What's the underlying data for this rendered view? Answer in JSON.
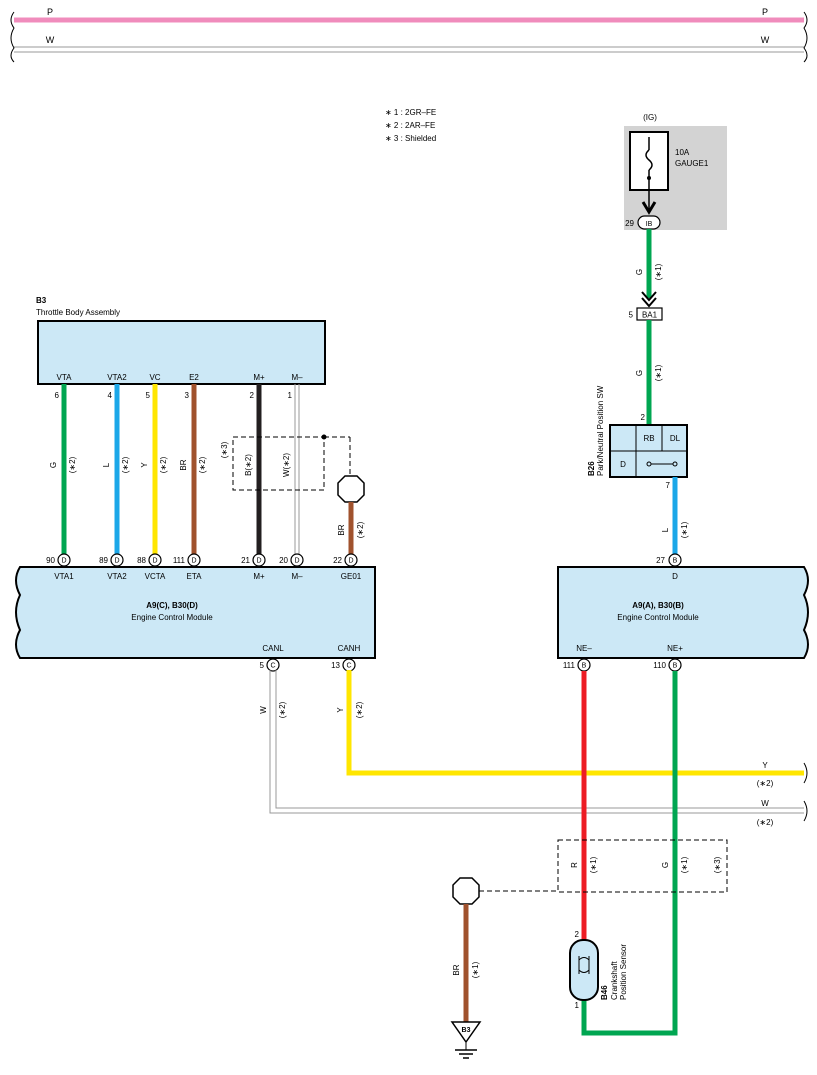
{
  "notes": [
    "∗ 1 : 2GR–FE",
    "∗ 2 : 2AR–FE",
    "∗ 3 : Shielded"
  ],
  "top_wires": {
    "p_label": "P",
    "w_label": "W"
  },
  "fuse": {
    "ig": "(IG)",
    "rating": "10A",
    "name": "GAUGE1",
    "pin": "29",
    "conn": "IB"
  },
  "connector_ba1": {
    "pin": "5",
    "name": "BA1"
  },
  "throttle_body": {
    "code": "B3",
    "name": "Throttle Body Assembly",
    "pins": [
      {
        "name": "VTA",
        "num": "6",
        "color": "G",
        "note": "(∗2)"
      },
      {
        "name": "VTA2",
        "num": "4",
        "color": "L",
        "note": "(∗2)"
      },
      {
        "name": "VC",
        "num": "5",
        "color": "Y",
        "note": "(∗2)"
      },
      {
        "name": "E2",
        "num": "3",
        "color": "BR",
        "note": "(∗2)"
      },
      {
        "name": "M+",
        "num": "2",
        "color": "B(∗2)",
        "note": ""
      },
      {
        "name": "M–",
        "num": "1",
        "color": "W(∗2)",
        "note": ""
      }
    ],
    "shield_note": "(∗3)"
  },
  "ecm_left": {
    "title": "A9(C), B30(D)",
    "name": "Engine Control Module",
    "top_pins": [
      {
        "num": "90",
        "conn": "D",
        "name": "VTA1"
      },
      {
        "num": "89",
        "conn": "D",
        "name": "VTA2"
      },
      {
        "num": "88",
        "conn": "D",
        "name": "VCTA"
      },
      {
        "num": "111",
        "conn": "D",
        "name": "ETA"
      },
      {
        "num": "21",
        "conn": "D",
        "name": "M+"
      },
      {
        "num": "20",
        "conn": "D",
        "name": "M–"
      },
      {
        "num": "22",
        "conn": "D",
        "name": "GE01"
      }
    ],
    "bottom_pins": [
      {
        "num": "5",
        "conn": "C",
        "name": "CANL",
        "color": "W",
        "note": "(∗2)"
      },
      {
        "num": "13",
        "conn": "C",
        "name": "CANH",
        "color": "Y",
        "note": "(∗2)"
      }
    ],
    "ge01_wire": {
      "color": "BR",
      "note": "(∗2)"
    }
  },
  "ecm_right": {
    "title": "A9(A), B30(B)",
    "name": "Engine Control Module",
    "top_pin": {
      "num": "27",
      "conn": "B",
      "name": "D"
    },
    "bottom_pins": [
      {
        "num": "111",
        "conn": "B",
        "name": "NE–"
      },
      {
        "num": "110",
        "conn": "B",
        "name": "NE+"
      }
    ]
  },
  "park_switch": {
    "code": "B26",
    "name": "Park/Neutral Position SW",
    "rb": "RB",
    "dl": "DL",
    "d": "D",
    "pin_top": "2",
    "pin_bottom": "7"
  },
  "wire_labels": {
    "g_top": {
      "color": "G",
      "note": "(∗1)"
    },
    "g_mid": {
      "color": "G",
      "note": "(∗1)"
    },
    "l_d": {
      "color": "L",
      "note": "(∗1)"
    },
    "y_can": {
      "color": "Y",
      "note": "(∗2)"
    },
    "w_can": {
      "color": "W",
      "note": "(∗2)"
    },
    "r_ne": {
      "color": "R",
      "note": "(∗1)"
    },
    "g_ne": {
      "color": "G",
      "note": "(∗1)"
    },
    "shield3": "(∗3)",
    "br_ground": {
      "color": "BR",
      "note": "(∗1)"
    }
  },
  "crank_sensor": {
    "code": "B46",
    "line1": "Crankshaft",
    "line2": "Position Sensor",
    "pin_top": "2",
    "pin_bottom": "1"
  },
  "ground": {
    "label": "B3"
  },
  "colors": {
    "P": "#f08cbc",
    "W": "#c8c8c8",
    "G": "#00a651",
    "L": "#1ba7e8",
    "Y": "#ffe600",
    "BR": "#a0522d",
    "B": "#231f20",
    "R": "#ed1c24",
    "box": "#cce8f6",
    "fuse_bg": "#d3d3d3"
  }
}
